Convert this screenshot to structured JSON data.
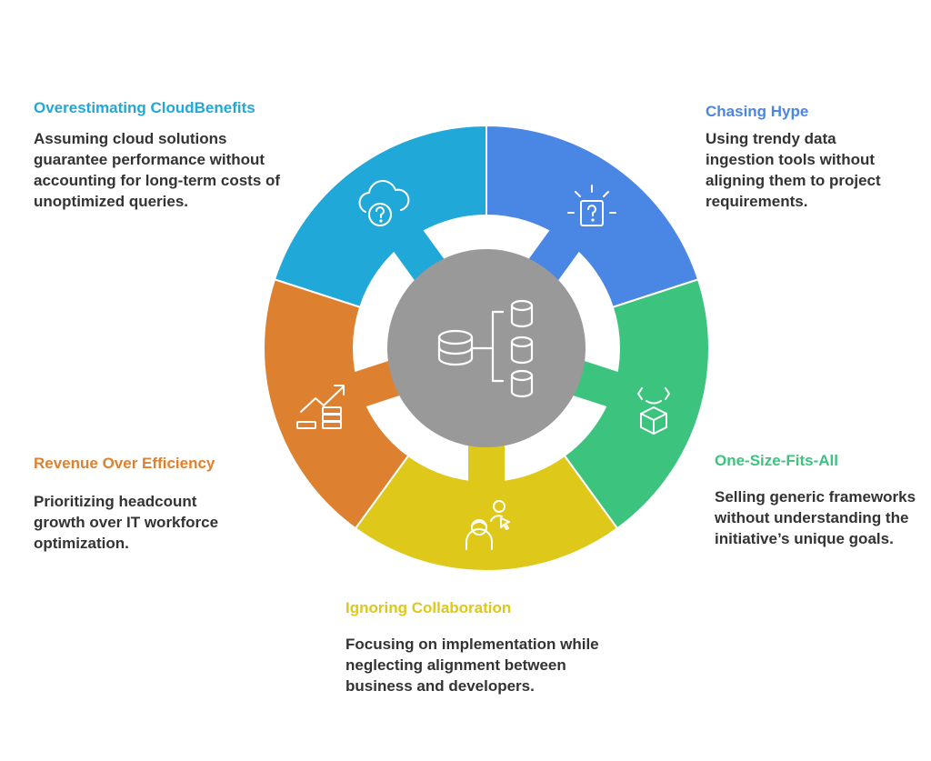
{
  "segments": [
    {
      "key": "cloud",
      "title": "Overestimating CloudBenefits",
      "description": "Assuming cloud solutions guarantee performance without accounting for long-term costs of unoptimized queries.",
      "color": "#1fa8d8",
      "icon": "cloud-question-icon"
    },
    {
      "key": "hype",
      "title": "Chasing Hype",
      "description": "Using trendy data ingestion tools without aligning them to project requirements.",
      "color": "#4a86e4",
      "icon": "question-box-icon"
    },
    {
      "key": "generic",
      "title": "One-Size-Fits-All",
      "description": "Selling generic frameworks without understanding the initiative’s unique goals.",
      "color": "#3cc47f",
      "icon": "box-icon"
    },
    {
      "key": "collab",
      "title": "Ignoring Collaboration",
      "description": "Focusing on implementation while neglecting alignment between business and developers.",
      "color": "#dec81a",
      "icon": "people-icon"
    },
    {
      "key": "revenue",
      "title": "Revenue Over Efficiency",
      "description": "Prioritizing headcount growth over IT workforce optimization.",
      "color": "#dd8030",
      "icon": "growth-chart-icon"
    }
  ],
  "center": {
    "color": "#999999",
    "icon": "database-hierarchy-icon"
  }
}
